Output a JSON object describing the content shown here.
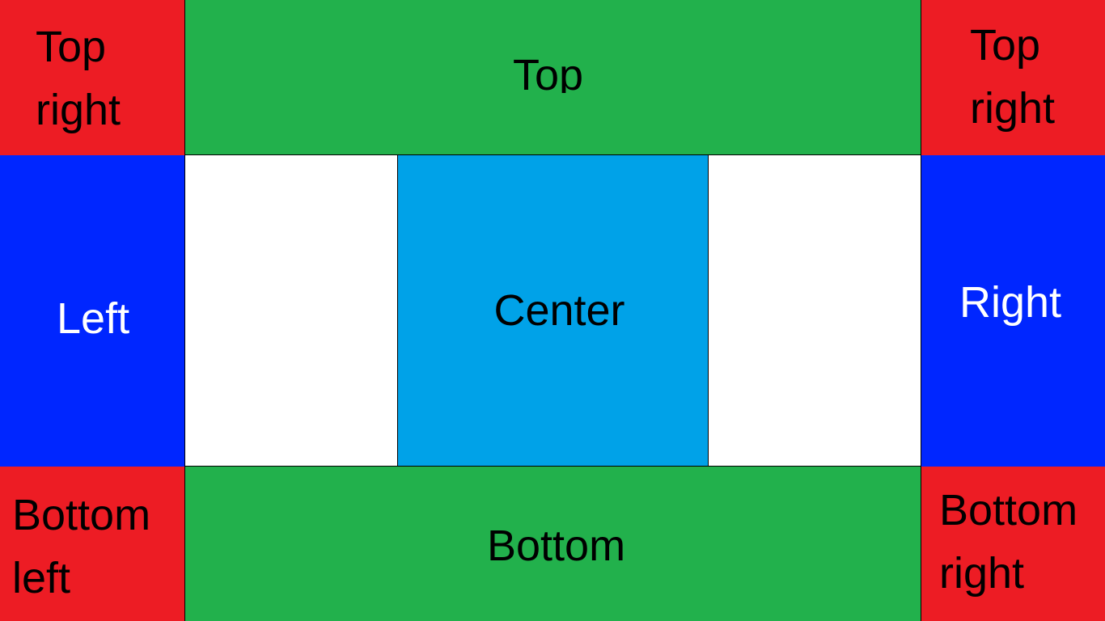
{
  "colors": {
    "corner": "#ed1c24",
    "edge_horizontal": "#22b14c",
    "edge_vertical": "#0026ff",
    "center": "#00a2e8",
    "blank": "#ffffff"
  },
  "regions": {
    "top_left": {
      "line1": "Top",
      "line2": "right"
    },
    "top": {
      "label": "Top"
    },
    "top_right": {
      "line1": "Top",
      "line2": "right"
    },
    "left": {
      "label": "Left"
    },
    "center": {
      "label": "Center"
    },
    "right": {
      "label": "Right"
    },
    "bottom_left": {
      "line1": "Bottom",
      "line2": "left"
    },
    "bottom": {
      "label": "Bottom"
    },
    "bottom_right": {
      "line1": "Bottom",
      "line2": "right"
    }
  }
}
